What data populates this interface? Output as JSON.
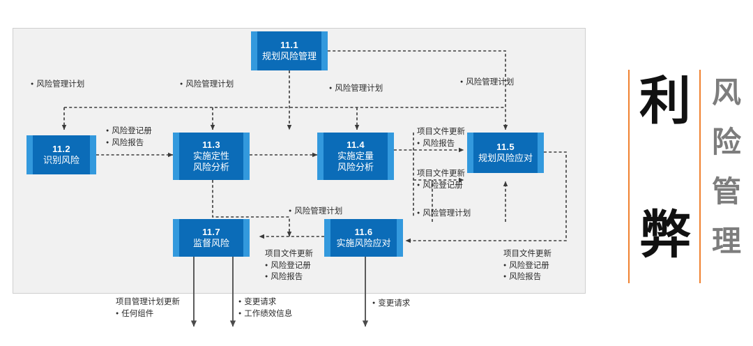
{
  "diagram": {
    "title_chars": [
      "风",
      "险",
      "管",
      "理"
    ],
    "emblem": {
      "top": "利",
      "bottom": "弊",
      "rule_color": "#f0812f",
      "char_color": "#111111",
      "side_color": "#7d7d7d"
    },
    "panel_bg": "#f1f1f1",
    "node_fill": "#0b6cb8",
    "node_edge": "#3399dd",
    "nodes": [
      {
        "id": "11.1",
        "name": "规划风险管理",
        "lines": [
          "规划风险管理"
        ]
      },
      {
        "id": "11.2",
        "name": "识别风险",
        "lines": [
          "识别风险"
        ]
      },
      {
        "id": "11.3",
        "name": "实施定性风险分析",
        "lines": [
          "实施定性",
          "风险分析"
        ]
      },
      {
        "id": "11.4",
        "name": "实施定量风险分析",
        "lines": [
          "实施定量",
          "风险分析"
        ]
      },
      {
        "id": "11.5",
        "name": "规划风险应对",
        "lines": [
          "规划风险应对"
        ]
      },
      {
        "id": "11.6",
        "name": "实施风险应对",
        "lines": [
          "实施风险应对"
        ]
      },
      {
        "id": "11.7",
        "name": "监督风险",
        "lines": [
          "监督风险"
        ]
      }
    ],
    "labels": {
      "plan_a": {
        "header": "",
        "bullets": [
          "风险管理计划"
        ]
      },
      "plan_b": {
        "header": "",
        "bullets": [
          "风险管理计划"
        ]
      },
      "plan_c": {
        "header": "",
        "bullets": [
          "风险管理计划"
        ]
      },
      "plan_d": {
        "header": "",
        "bullets": [
          "风险管理计划"
        ]
      },
      "plan_e": {
        "header": "",
        "bullets": [
          "风险管理计划"
        ]
      },
      "plan_f": {
        "header": "",
        "bullets": [
          "风险管理计划"
        ]
      },
      "reg_report": {
        "header": "",
        "bullets": [
          "风险登记册",
          "风险报告"
        ]
      },
      "docs_report": {
        "header": "项目文件更新",
        "bullets": [
          "风险报告"
        ]
      },
      "docs_register": {
        "header": "项目文件更新",
        "bullets": [
          "风险登记册"
        ]
      },
      "docs_mid": {
        "header": "项目文件更新",
        "bullets": [
          "风险登记册",
          "风险报告"
        ]
      },
      "docs_right": {
        "header": "项目文件更新",
        "bullets": [
          "风险登记册",
          "风险报告"
        ]
      },
      "pm_update": {
        "header": "项目管理计划更新",
        "bullets": [
          "任何组件"
        ]
      },
      "change_perf": {
        "header": "",
        "bullets": [
          "变更请求",
          "工作绩效信息"
        ]
      },
      "change_only": {
        "header": "",
        "bullets": [
          "变更请求"
        ]
      }
    }
  }
}
